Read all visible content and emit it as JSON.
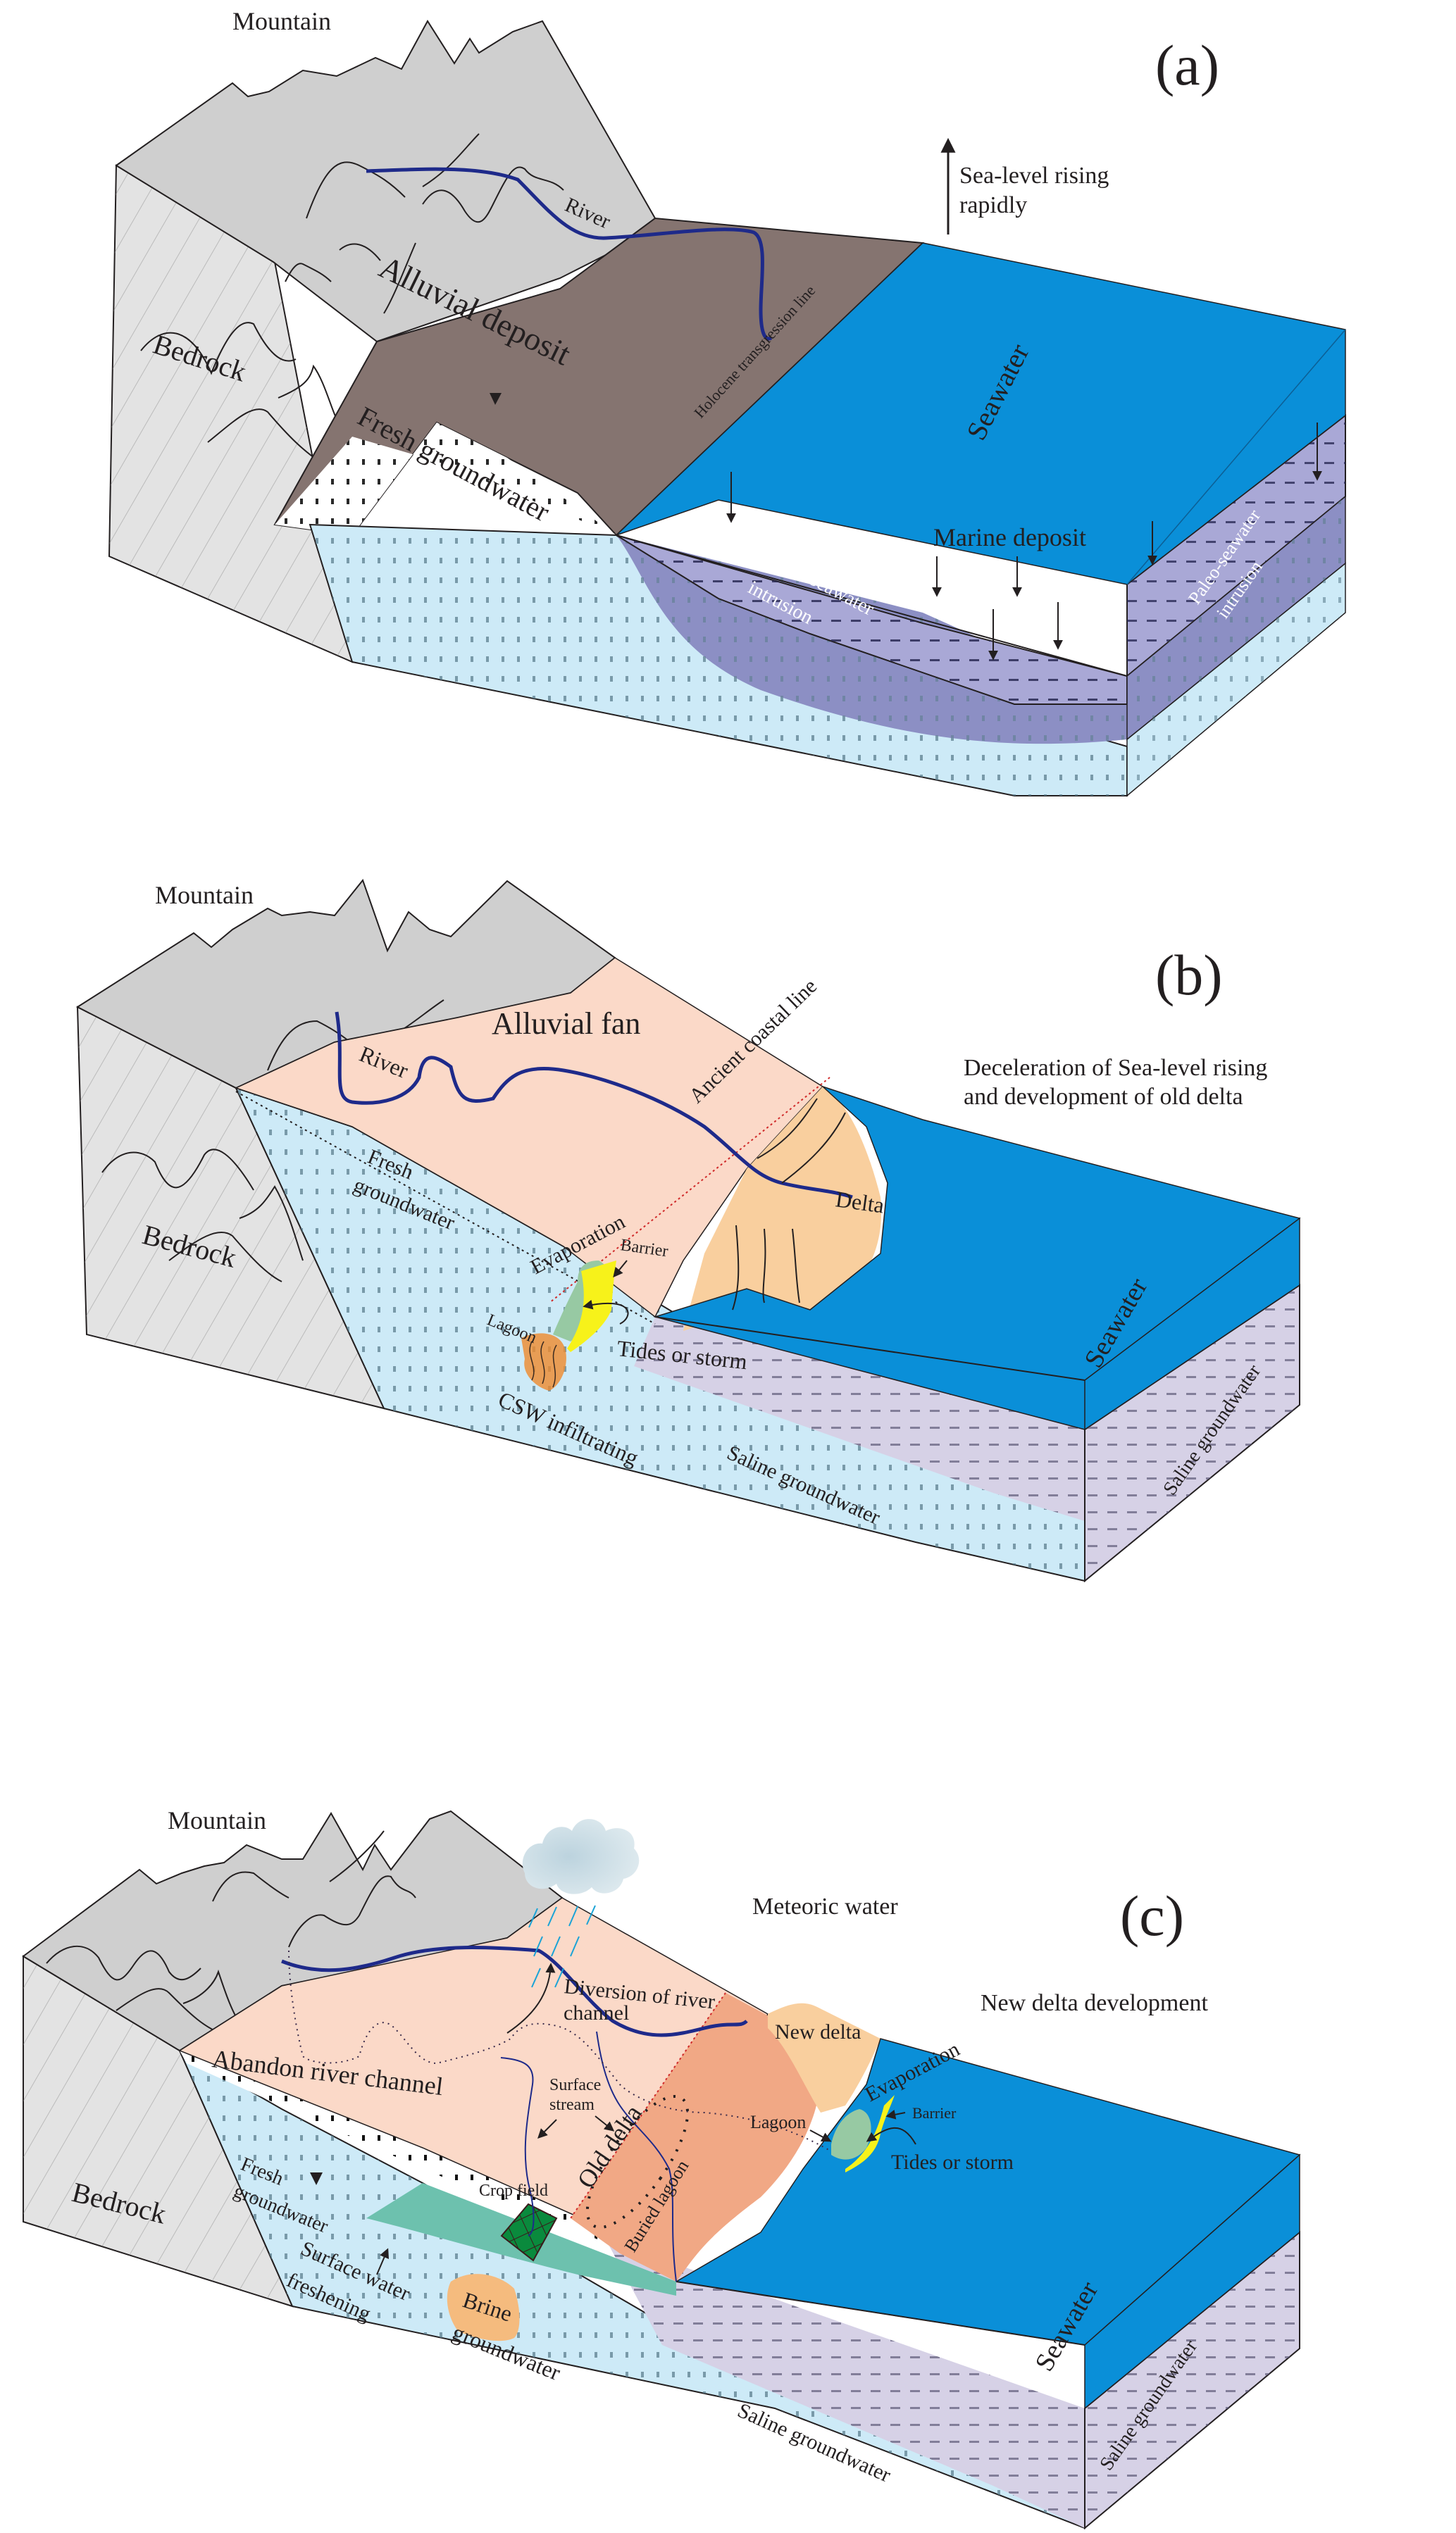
{
  "colors": {
    "mountain": "#cfcfcf",
    "bedrock": "#e3e3e3",
    "alluvial_deposit": "#857470",
    "alluvial_fan": "#fbd9c8",
    "seawater": "#0a8fd8",
    "fresh_groundwater": "#cdeaf7",
    "paleo_seawater": "#8c8fc4",
    "marine_deposit": "#a9a8d6",
    "saline_groundwater": "#d6d1e6",
    "delta": "#f9cf9e",
    "old_delta": "#f1a885",
    "lagoon": "#97c9a3",
    "barrier": "#f7f21a",
    "csw": "#ef8a2c",
    "crop_field": "#0a8a3d",
    "brine": "#f5bb7e",
    "freshening": "#6dc1ae",
    "river": "#1e2a8a",
    "cloud": "#c9dde6",
    "rain": "#1aa3d6"
  },
  "panels": [
    {
      "id": "a",
      "panel_label": "(a)",
      "caption_lines": [
        "Sea-level rising",
        "rapidly"
      ],
      "labels": {
        "mountain": "Mountain",
        "river": "River",
        "alluvial_deposit": "Alluvial deposit",
        "bedrock": "Bedrock",
        "fresh_groundwater": "Fresh groundwater",
        "holocene_line": "Holocene transgression line",
        "seawater": "Seawater",
        "marine_deposit": "Marine deposit",
        "paleo_intrusion_left": [
          "Paleo-seawater",
          "intrusion"
        ],
        "paleo_intrusion_right": [
          "Paleo-seawater",
          "intrusion"
        ]
      },
      "icons": [
        "arrow-up-icon",
        "water-table-triangle-icon"
      ]
    },
    {
      "id": "b",
      "panel_label": "(b)",
      "caption_lines": [
        "Deceleration of Sea-level rising",
        "and development of old delta"
      ],
      "labels": {
        "mountain": "Mountain",
        "alluvial_fan": "Alluvial fan",
        "river": "River",
        "ancient_coastal_line": "Ancient coastal line",
        "delta": "Delta",
        "bedrock": "Bedrock",
        "fresh_groundwater": [
          "Fresh",
          "groundwater"
        ],
        "evaporation": "Evaporation",
        "barrier": "Barrier",
        "lagoon": "Lagoon",
        "tides_or_storm": "Tides or storm",
        "csw_infiltrating": "CSW infiltrating",
        "saline_groundwater": "Saline groundwater",
        "saline_groundwater_side": "Saline groundwater",
        "seawater": "Seawater"
      }
    },
    {
      "id": "c",
      "panel_label": "(c)",
      "caption_lines": [
        "New delta development"
      ],
      "labels": {
        "mountain": "Mountain",
        "meteoric_water": "Meteoric water",
        "diversion": [
          "Diversion of river",
          "channel"
        ],
        "abandon_channel": "Abandon river channel",
        "surface_stream": [
          "Surface",
          "stream"
        ],
        "crop_field": "Crop field",
        "old_delta": "Old delta",
        "buried_lagoon": "Buried lagoon",
        "new_delta": "New delta",
        "evaporation": "Evaporation",
        "barrier": "Barrier",
        "lagoon": "Lagoon",
        "tides_or_storm": "Tides or storm",
        "bedrock": "Bedrock",
        "fresh_groundwater": [
          "Fresh",
          "groundwater"
        ],
        "surface_water_freshening": [
          "Surface water",
          "freshening"
        ],
        "brine_groundwater": [
          "Brine",
          "groundwater"
        ],
        "saline_groundwater": "Saline groundwater",
        "saline_groundwater_side": "Saline groundwater",
        "seawater": "Seawater"
      }
    }
  ]
}
